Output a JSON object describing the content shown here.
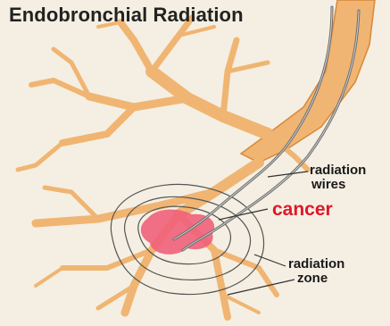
{
  "title": "Endobronchial Radiation",
  "labels": {
    "wires_line1": "radiation",
    "wires_line2": "wires",
    "cancer": "cancer",
    "zone_line1": "radiation",
    "zone_line2": "zone"
  },
  "colors": {
    "bronchi": "#f0b572",
    "bronchi_dark": "#d9873a",
    "cancer": "#e0172a",
    "tumor": "#f0607a",
    "wire": "#6d6d6d"
  }
}
